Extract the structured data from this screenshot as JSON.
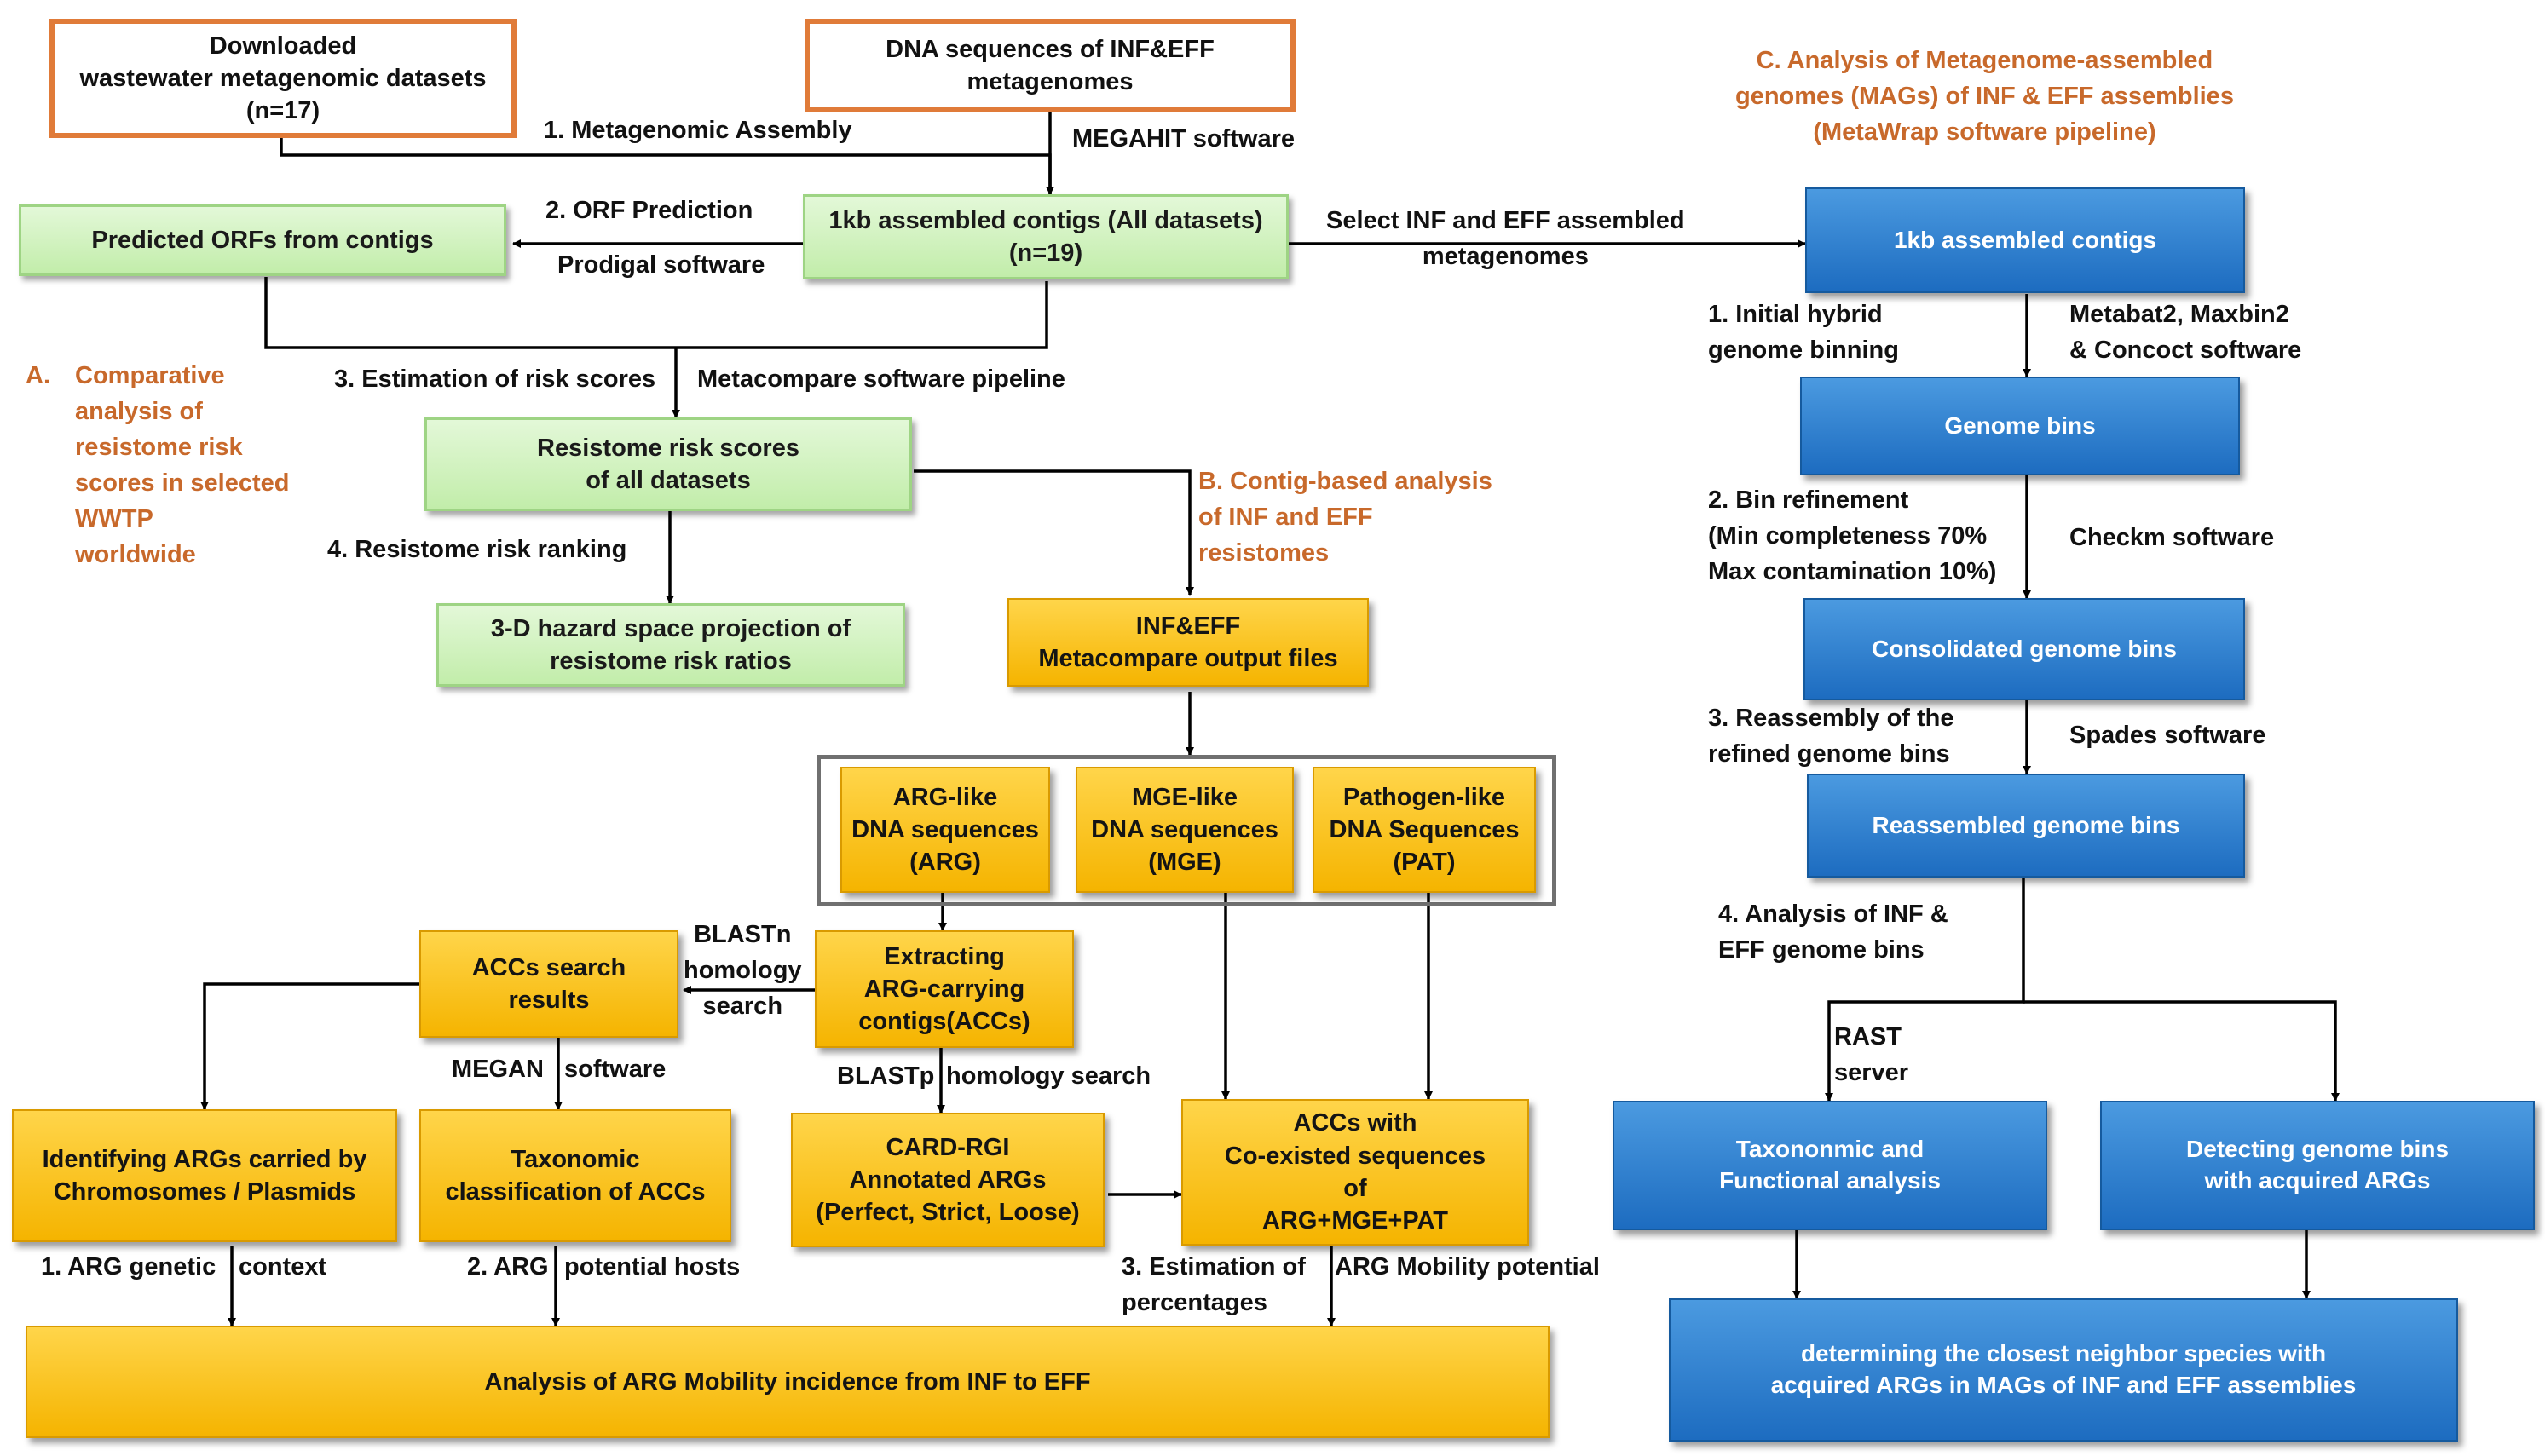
{
  "nodes": {
    "downloaded": "Downloaded\nwastewater metagenomic datasets\n(n=17)",
    "dna_seq": "DNA sequences of INF&EFF\nmetagenomes",
    "contigs_all": "1kb assembled contigs (All datasets)\n(n=19)",
    "orfs": "Predicted ORFs from contigs",
    "risk_scores": "Resistome risk scores\nof all datasets",
    "hazard": "3-D hazard space projection of\nresistome risk ratios",
    "mc_output": "INF&EFF\nMetacompare output files",
    "arg_like": "ARG-like\nDNA sequences\n(ARG)",
    "mge_like": "MGE-like\nDNA sequences\n(MGE)",
    "pat_like": "Pathogen-like\nDNA Sequences\n(PAT)",
    "extract_acc": "Extracting\nARG-carrying\ncontigs(ACCs)",
    "acc_search": "ACCs search\nresults",
    "card": "CARD-RGI\nAnnotated ARGs\n(Perfect, Strict, Loose)",
    "acc_coexist": "ACCs with\nCo-existed sequences\nof\nARG+MGE+PAT",
    "identify_args": "Identifying ARGs carried by\nChromosomes / Plasmids",
    "tax_acc": "Taxonomic\nclassification of ACCs",
    "mobility": "Analysis of ARG Mobility incidence from INF to EFF",
    "c_contigs": "1kb assembled contigs",
    "c_bins": "Genome bins",
    "c_consolidated": "Consolidated genome bins",
    "c_reassembled": "Reassembled genome bins",
    "c_taxfun": "Taxononmic and\nFunctional analysis",
    "c_detect": "Detecting genome bins\nwith acquired ARGs",
    "c_closest": "determining the closest neighbor species with\nacquired ARGs in MAGs of  INF and EFF  assemblies"
  },
  "labels": {
    "meta_assembly": "1. Metagenomic Assembly",
    "megahit": "MEGAHIT software",
    "orf_pred": "2.  ORF Prediction",
    "prodigal": "Prodigal software",
    "select": "Select  INF and EFF assembled\nmetagenomes",
    "risk_est": "3. Estimation of risk scores",
    "mc_pipeline": "Metacompare software pipeline",
    "risk_rank": "4. Resistome risk ranking",
    "blastn": "BLASTn\nhomology\nsearch",
    "megan_a": "MEGAN",
    "megan_b": "software",
    "blastp_a": "BLASTp",
    "blastp_b": "homology search",
    "arg_ctx_a": "1. ARG genetic",
    "arg_ctx_b": "context",
    "arg_hosts_a": "2. ARG",
    "arg_hosts_b": "potential hosts",
    "est_mob_a": "3. Estimation of\npercentages",
    "est_mob_b": "ARG Mobility potential",
    "hybrid": "1. Initial hybrid\ngenome binning",
    "metabat": "Metabat2, Maxbin2\n& Concoct software",
    "refine": "2. Bin refinement\n(Min completeness 70%\nMax contamination 10%)",
    "checkm": "Checkm software",
    "reassembly": "3. Reassembly of the\nrefined genome bins",
    "spades": "Spades software",
    "inf_eff_bins": "4. Analysis of INF &\nEFF genome bins",
    "rast": "RAST\nserver"
  },
  "section_labels": {
    "a": "A.",
    "a_text": "Comparative\nanalysis of\nresistome risk\nscores in  selected\nWWTP\nworldwide",
    "b": "B. Contig-based analysis\nof  INF and EFF\nresistomes",
    "c": "C. Analysis of Metagenome-assembled\ngenomes (MAGs) of INF & EFF assemblies\n(MetaWrap software pipeline)"
  },
  "colors": {
    "orange_border": "#e07b39",
    "green_fill": "#c2edaa",
    "yellow_fill": "#f5b400",
    "blue_fill": "#1d6cc0",
    "section_text": "#c8692b"
  }
}
